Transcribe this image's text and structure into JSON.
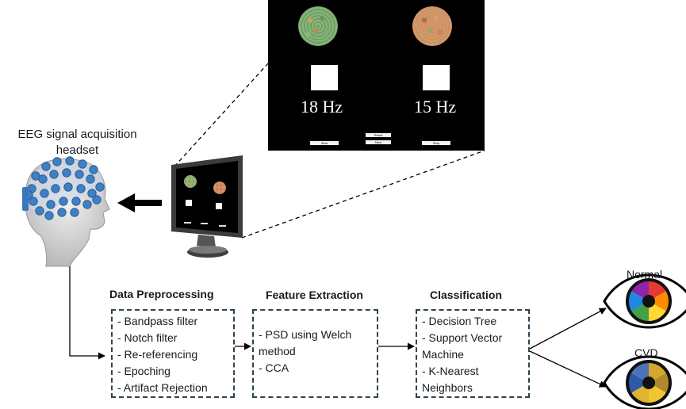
{
  "stimulus": {
    "left_frequency": "18 Hz",
    "right_frequency": "15 Hz",
    "buttons": {
      "start": "Start",
      "reset": "Reset",
      "next": "Next",
      "stop": "Stop"
    }
  },
  "headset_label": [
    "EEG signal acquisition",
    "headset"
  ],
  "stages": [
    {
      "title": "Data Preprocessing",
      "items": [
        "- Bandpass filter",
        "- Notch filter",
        "- Re-referencing",
        "- Epoching",
        "- Artifact Rejection"
      ]
    },
    {
      "title": "Feature Extraction",
      "items": [
        "- PSD using Welch",
        "method",
        "- CCA"
      ]
    },
    {
      "title": "Classification",
      "items": [
        "- Decision Tree",
        "- Support Vector",
        "Machine",
        "- K-Nearest",
        "Neighbors"
      ]
    }
  ],
  "outputs": {
    "normal": "Normal",
    "cvd": "CVD"
  },
  "colors": {
    "box_border": "#2e4451",
    "electrode_blue": "#3f7fc4",
    "plate_left": "#6aa267",
    "plate_right": "#d98a63",
    "normal_wheel": [
      "#e53935",
      "#fb8c00",
      "#fdd835",
      "#43a047",
      "#1e88e5",
      "#8e24aa"
    ],
    "cvd_wheel": [
      "#d4a82a",
      "#b08a2a",
      "#f0c530",
      "#e0b430",
      "#2d5aa8",
      "#4b73b8"
    ]
  }
}
